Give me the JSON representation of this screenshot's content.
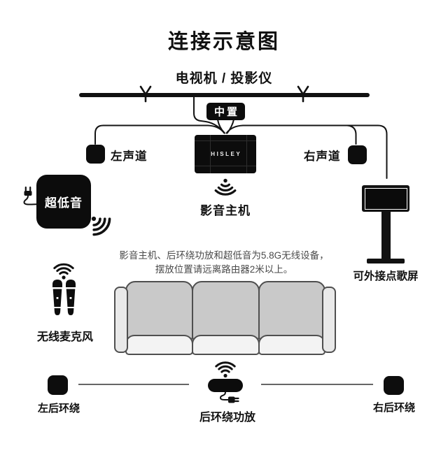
{
  "title": "连接示意图",
  "tv": {
    "label": "电视机 / 投影仪"
  },
  "center": {
    "label": "中置"
  },
  "front_left": {
    "label": "左声道"
  },
  "front_right": {
    "label": "右声道"
  },
  "host": {
    "brand": "HISLEY",
    "label": "影音主机"
  },
  "subwoofer": {
    "label": "超低音"
  },
  "karaoke_screen": {
    "label": "可外接点歌屏"
  },
  "note": {
    "line1": "影音主机、后环绕功放和超低音为5.8G无线设备，",
    "line2": "摆放位置请远离路由器2米以上。"
  },
  "wireless_mic": {
    "label": "无线麦克风"
  },
  "rear_left": {
    "label": "左后环绕"
  },
  "rear_amp": {
    "label": "后环绕功放"
  },
  "rear_right": {
    "label": "右后环绕"
  },
  "colors": {
    "ink": "#111111",
    "note_text": "#4a4a4a",
    "sofa_back": "#c9c9c9",
    "sofa_seat": "#f3f3f3",
    "sofa_arm": "#e9e9e9",
    "sofa_outline": "#4f4f4f"
  },
  "icons": {
    "wifi": "wifi-icon",
    "power_plug": "power-plug-icon",
    "microphone": "microphone-icon",
    "mount_marker": "mount-marker-icon"
  }
}
